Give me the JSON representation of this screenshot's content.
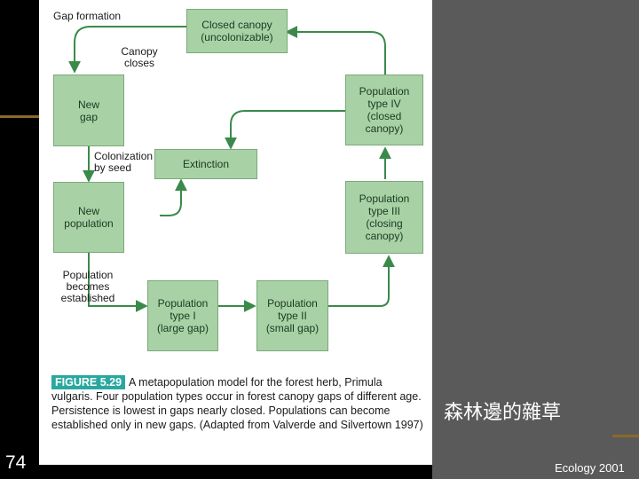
{
  "diagram": {
    "boxes": {
      "closed_canopy": "Closed canopy\n(uncolonizable)",
      "new_gap": "New\ngap",
      "population_iv": "Population\ntype IV\n(closed\ncanopy)",
      "extinction": "Extinction",
      "new_population": "New\npopulation",
      "population_iii": "Population\ntype III\n(closing\ncanopy)",
      "population_i": "Population\ntype I\n(large gap)",
      "population_ii": "Population\ntype II\n(small gap)"
    },
    "labels": {
      "gap_formation": "Gap formation",
      "canopy_closes": "Canopy\ncloses",
      "colonization": "Colonization\nby seed",
      "established": "Population\nbecomes\nestablished"
    },
    "colors": {
      "box_fill": "#a9d1a6",
      "arrow": "#3a8a4a"
    }
  },
  "caption": {
    "tag": "FIGURE 5.29",
    "text": "A metapopulation model for the forest herb, Primula vulgaris. Four population types occur in forest canopy gaps of different age. Persistence is lowest in gaps nearly closed. Populations can become established only in new gaps. (Adapted from Valverde and Silvertown 1997)"
  },
  "slide": {
    "number": "74",
    "title": "森林邊的雜草",
    "footer": "Ecology 2001"
  }
}
